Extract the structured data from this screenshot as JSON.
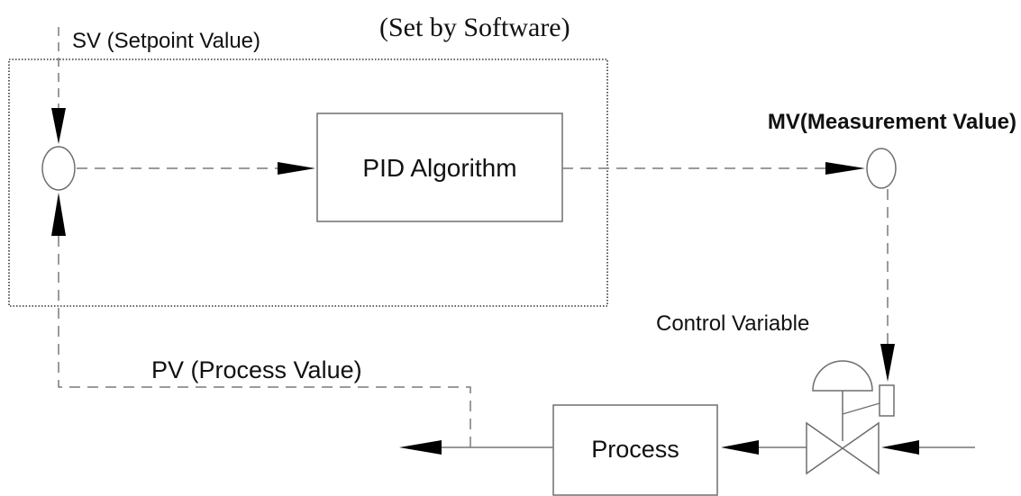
{
  "labels": {
    "setpoint": "SV (Setpoint Value)",
    "software_note": "(Set by Software)",
    "measurement": "MV(Measurement Value)",
    "pid_block": "PID Algorithm",
    "control_variable": "Control Variable",
    "process_value": "PV (Process Value)",
    "process_block": "Process"
  },
  "colors": {
    "line": "#000000",
    "block_stroke": "#6e6e6e",
    "dashed": "#7a7a7a",
    "text": "#111111",
    "background": "#ffffff"
  }
}
